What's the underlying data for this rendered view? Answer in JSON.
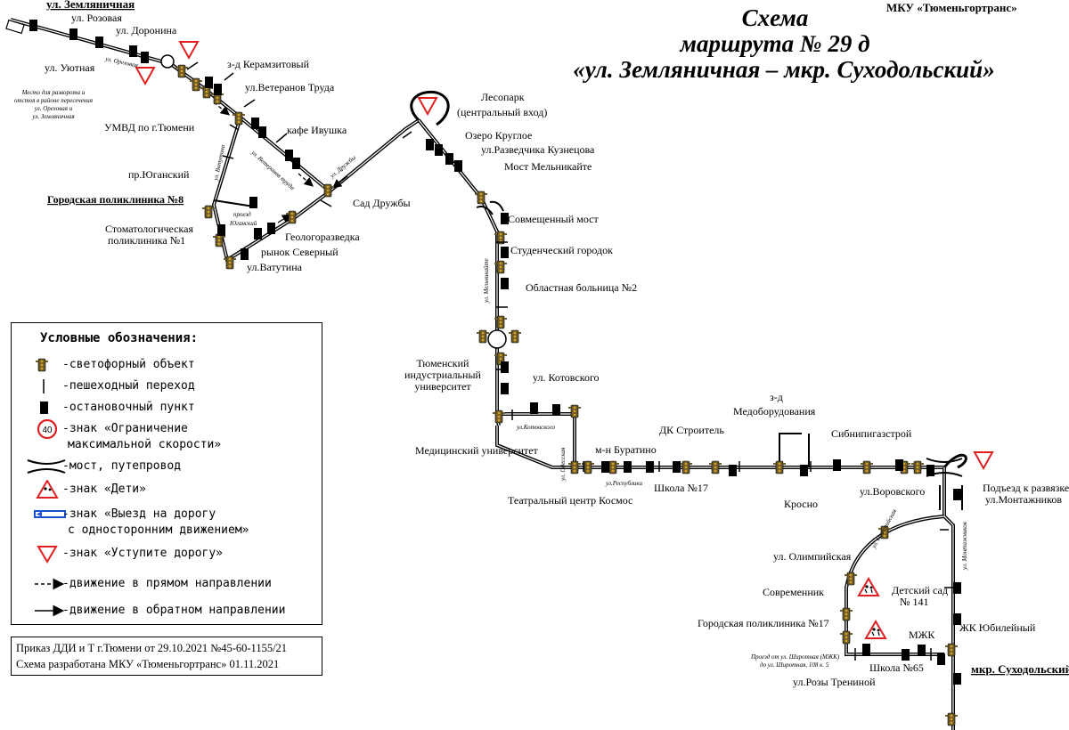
{
  "org": "МКУ «Тюменьгортранс»",
  "title": {
    "line1": "Схема",
    "line2": "маршрута № 29 д",
    "line3": "«ул. Земляничная – мкр. Суходольский»"
  },
  "terminal_start": "ул. Земляничная",
  "terminal_end": "мкр. Суходольский",
  "uturn_note": {
    "l1": "Место для разворота и",
    "l2": "отстоя в районе пересечения",
    "l3": "ул. Ореховая и",
    "l4": "ул. Земляничная"
  },
  "stops": {
    "rozovaya": "ул. Розовая",
    "doronina": "ул. Доронина",
    "uyutnaya": "ул. Уютная",
    "keramzit": "з-д Керамзитовый",
    "veteranov": "ул.Ветеранов Труда",
    "umvd": "УМВД по г.Тюмени",
    "ivushka": "кафе Ивушка",
    "yugansky": "пр.Юганский",
    "poly8": "Городская поликлиника №8",
    "stomat1": "Стоматологическая",
    "stomat2": "поликлиника №1",
    "geolog": "Геологоразведка",
    "rynok": "рынок Северный",
    "vatutina": "ул.Ватутина",
    "sad": "Сад Дружбы",
    "lesopark1": "Лесопарк",
    "lesopark2": "(центральный вход)",
    "ozero": "Озеро Круглое",
    "kuznetsova": "ул.Разведчика Кузнецова",
    "mostmeln": "Мост Мельникайте",
    "sovmest": "Совмещенный мост",
    "stud": "Студенческий городок",
    "obl": "Областная больница №2",
    "tiu1": "Тюменский",
    "tiu2": "индустриальный",
    "tiu3": "университет",
    "kotov": "ул. Котовского",
    "med": "Медицинский университет",
    "kosmos": "Театральный центр Космос",
    "buratino": "м-н Буратино",
    "dk": "ДК Строитель",
    "school17": "Школа №17",
    "medob1": "з-д",
    "medob2": "Медоборудования",
    "sibnip": "Сибнипигазстрой",
    "krosno": "Кросно",
    "vorovsk": "ул.Воровского",
    "podezd1": "Подъезд к развязке",
    "podezd2": "ул.Монтажников",
    "olymp": "ул. Олимпийская",
    "sovrem": "Современник",
    "detsad1": "Детский сад",
    "detsad2": "№ 141",
    "yubil": "ЖК Юбилейный",
    "poly17": "Городская поликлиника №17",
    "mzhk": "МЖК",
    "school65": "Школа №65",
    "rozy": "ул.Розы Трениной"
  },
  "streets": {
    "orekhovaya": "ул. Ореховая",
    "vatutina": "ул. Ватутина",
    "veteranov": "ул. Ветеранов труда",
    "proezd1": "проезд",
    "proezd2": "Юганский",
    "druzhby": "ул. Дружбы",
    "melnikaite": "ул. Мельникайте",
    "kotov": "ул.Котовского",
    "odesskaya": "ул. Одесская",
    "respubliki": "ул.Республики",
    "olymp": "ул. Олимпийская",
    "montazh": "ул. Монтажников",
    "proezd_shir1": "Проезд от ул. Широтная (МЖК)",
    "proezd_shir2": "до ул. Широтная, 108 к. 5"
  },
  "legend": {
    "title": "Условные обозначения:",
    "items": [
      {
        "label": "-светофорный объект",
        "icon": "traffic-light-icon"
      },
      {
        "label": "-пешеходный переход",
        "icon": "crosswalk-icon"
      },
      {
        "label": "-остановочный пункт",
        "icon": "bus-stop-icon"
      },
      {
        "label": "-знак «Ограничение",
        "label2": "максимальной скорости»",
        "icon": "speed-limit-icon",
        "speed": "40"
      },
      {
        "label": "-мост, путепровод",
        "icon": "bridge-icon"
      },
      {
        "label": "-знак «Дети»",
        "icon": "children-sign-icon"
      },
      {
        "label": "-знак «Выезд на дорогу",
        "label2": "с односторонним движением»",
        "icon": "one-way-exit-icon"
      },
      {
        "label": "-знак «Уступите дорогу»",
        "icon": "yield-sign-icon"
      },
      {
        "label": "-движение в прямом направлении",
        "icon": "forward-direction-icon"
      },
      {
        "label": "-движение в обратном направлении",
        "icon": "reverse-direction-icon"
      }
    ]
  },
  "footer": {
    "line1": "Приказ ДДИ и Т г.Тюмени от 29.10.2021 №45-60-1155/21",
    "line2": "Схема разработана МКУ «Тюменьгортранс» 01.11.2021"
  },
  "colors": {
    "route": "#000000",
    "sign_red": "#e02020",
    "oneway_blue": "#1a4fd6",
    "tl_body": "#6b5a2a",
    "tl_light": "#d8a020"
  }
}
